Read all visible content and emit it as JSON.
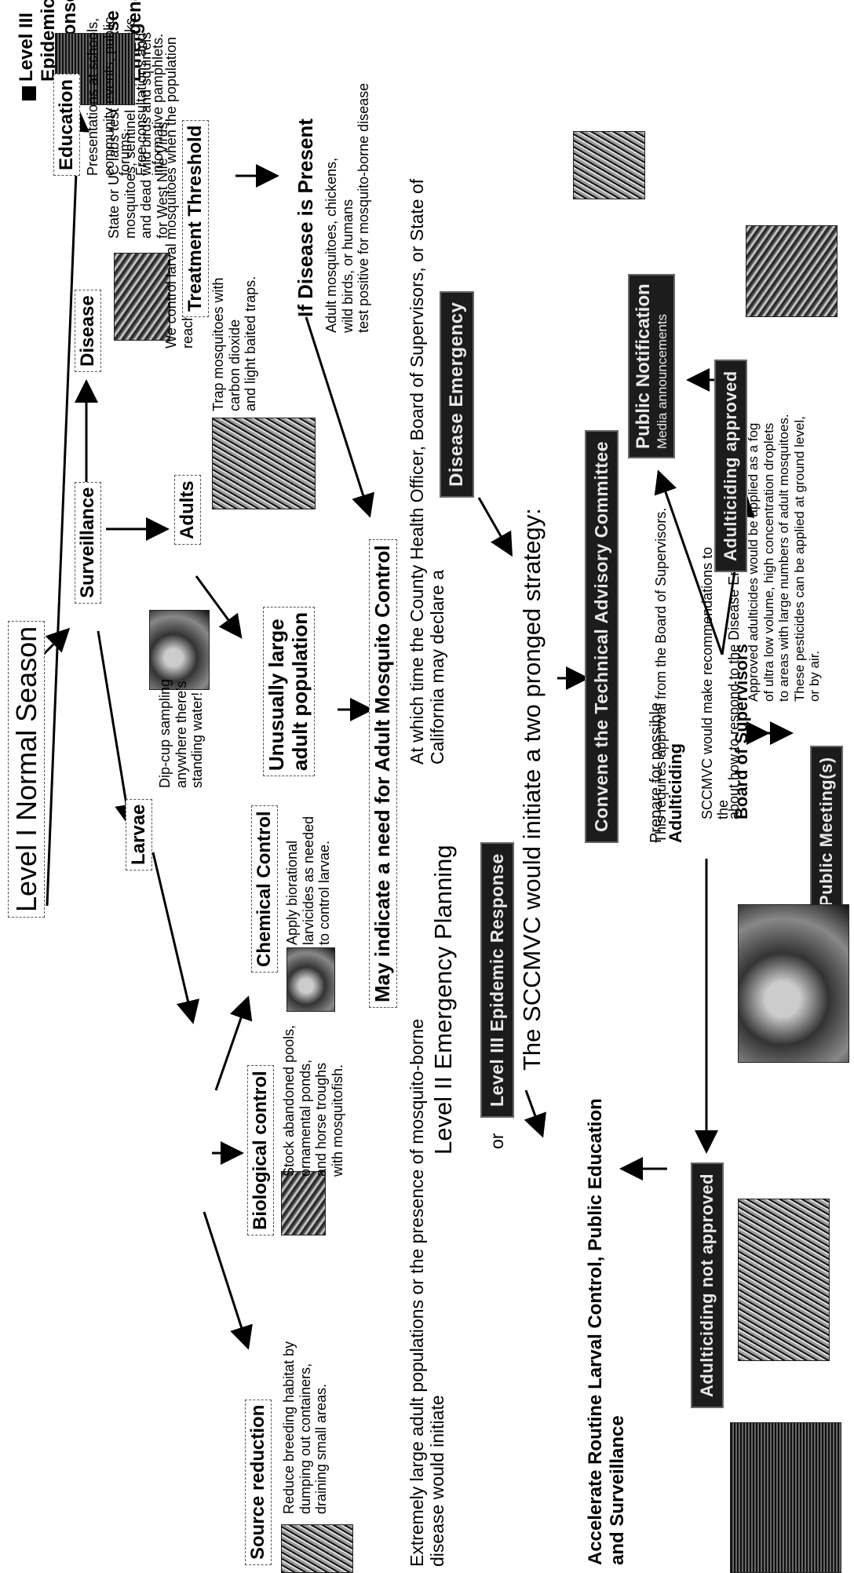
{
  "level3_title": "Level III Epidemic Response or\nDisease Emergency",
  "level1_title": "Level I Normal Season",
  "surveillance": "Surveillance",
  "disease_label": "Disease",
  "disease_desc": "State or UC labs test adult\nmosquitoes, sentinel chicken flocks\nand dead wild birds and squirrels\nfor  West Nile Virus.",
  "adults_label": "Adults",
  "adults_desc": "Trap mosquitoes with\ncarbon dioxide\nand light baited traps.",
  "larvae_label": "Larvae",
  "larvae_desc": "Dip-cup sampling\nanywhere there's\nstanding water!",
  "if_disease_title": "If Disease is Present",
  "if_disease_desc": "Adult mosquitoes, chickens,\nwild birds, or humans\ntest positive for mosquito-borne disease",
  "unusual_pop": "Unusually large\nadult population",
  "may_indicate": "May indicate a need for Adult Mosquito Control",
  "education_label": "Education",
  "education_desc": "Presentations at schools, community events, public forums.\nFree consultations and informative pamphlets.",
  "we_control": "We control larval mosquitoes when the population\nreaches a",
  "treatment_threshold": "Treatment Threshold",
  "chemical_label": "Chemical Control",
  "chemical_desc": "Apply biorational\nlarvicides as needed\nto control larvae.",
  "biological_label": "Biological control",
  "biological_desc": "Stock abandoned pools,\nornamental ponds,\nand horse troughs\nwith mosquitofish.",
  "source_label": "Source reduction",
  "source_desc": "Reduce breeding habitat by\ndumping out containers,\ndraining small areas.",
  "extremely_large": "Extremely large adult populations or the presence of mosquito-borne\ndisease would initiate",
  "level2": "Level II Emergency Planning",
  "or_word": "or",
  "level3_response": "Level III Epidemic Response",
  "at_which_time": "At which time the County Health Officer, Board of Supervisors, or State of\nCalifornia may declare a",
  "disease_emergency": "Disease Emergency",
  "two_pronged": "The SCCMVC would initiate a two pronged strategy:",
  "accelerate": "Accelerate Routine Larval Control, Public Education\nand Surveillance",
  "convene": "Convene the Technical Advisory Committee",
  "prepare_for": "Prepare for possible",
  "adulticiding": "Adulticiding",
  "requires_approval": "This requires approval from the Board of Supervisors.",
  "sccmvc_would": "SCCMVC would make recommendations to\nthe",
  "board_of_supervisors": "Board of Supervisors",
  "about_how": "about how to respond to the Disease Emergency.",
  "public_meetings": "Public Meeting(s)",
  "public_notification": "Public Notification",
  "media_announcements": "Media announcements",
  "adulticiding_approved": "Adulticiding  approved",
  "approved_desc": "Approved adulticides would be applied  as a fog\nof ultra low volume, high concentration droplets\nto areas with large numbers of adult mosquitoes.\nThese pesticides can be applied at ground level,\nor by air.",
  "adulticiding_not_approved": "Adulticiding  not approved"
}
